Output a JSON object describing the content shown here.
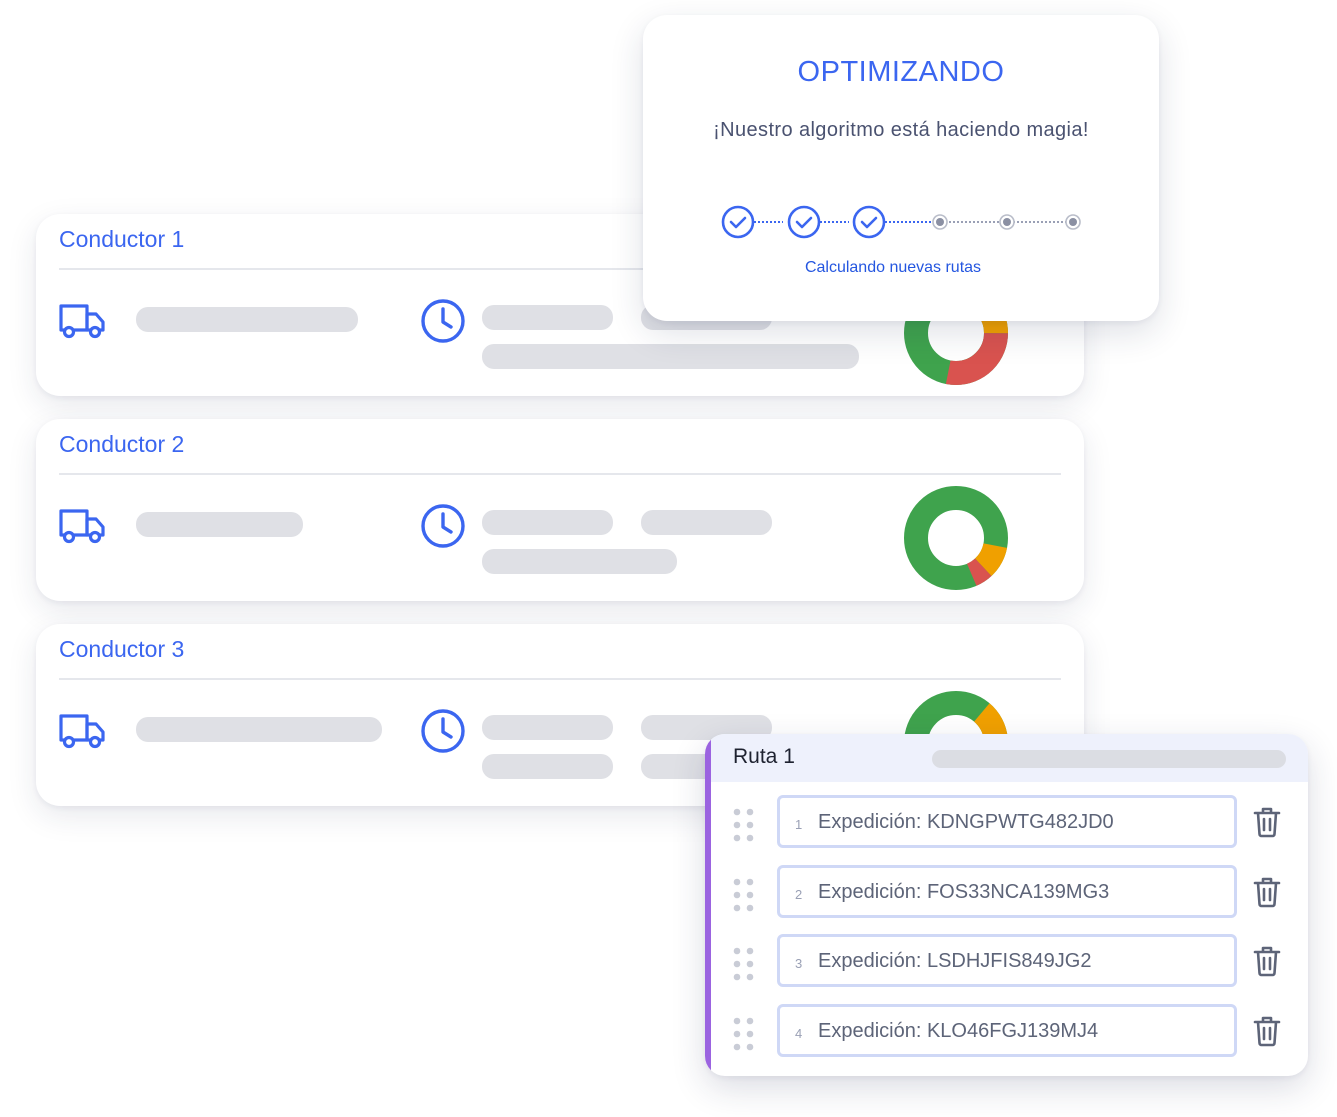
{
  "drivers": [
    {
      "title": "Conductor 1",
      "icons": [
        "truck-icon",
        "clock-icon"
      ]
    },
    {
      "title": "Conductor 2",
      "icons": [
        "truck-icon",
        "clock-icon"
      ]
    },
    {
      "title": "Conductor 3",
      "icons": [
        "truck-icon",
        "clock-icon"
      ]
    }
  ],
  "popup": {
    "title": "OPTIMIZANDO",
    "subtitle": "¡Nuestro algoritmo está haciendo magia!",
    "status": "Calculando nuevas rutas",
    "steps_total": 6,
    "steps_completed": 3
  },
  "route": {
    "title": "Ruta 1",
    "items": [
      {
        "index": "1",
        "label": "Expedición: KDNGPWTG482JD0"
      },
      {
        "index": "2",
        "label": "Expedición: FOS33NCA139MG3"
      },
      {
        "index": "3",
        "label": "Expedición: LSDHJFIS849JG2"
      },
      {
        "index": "4",
        "label": "Expedición: KLO46FGJ139MJ4"
      }
    ]
  },
  "colors": {
    "accent": "#3b66f0",
    "route_accent": "#9b63e0",
    "donut_green": "#3fa34d",
    "donut_orange": "#f0a000",
    "donut_red": "#d9534f",
    "placeholder": "#dfe0e5"
  }
}
